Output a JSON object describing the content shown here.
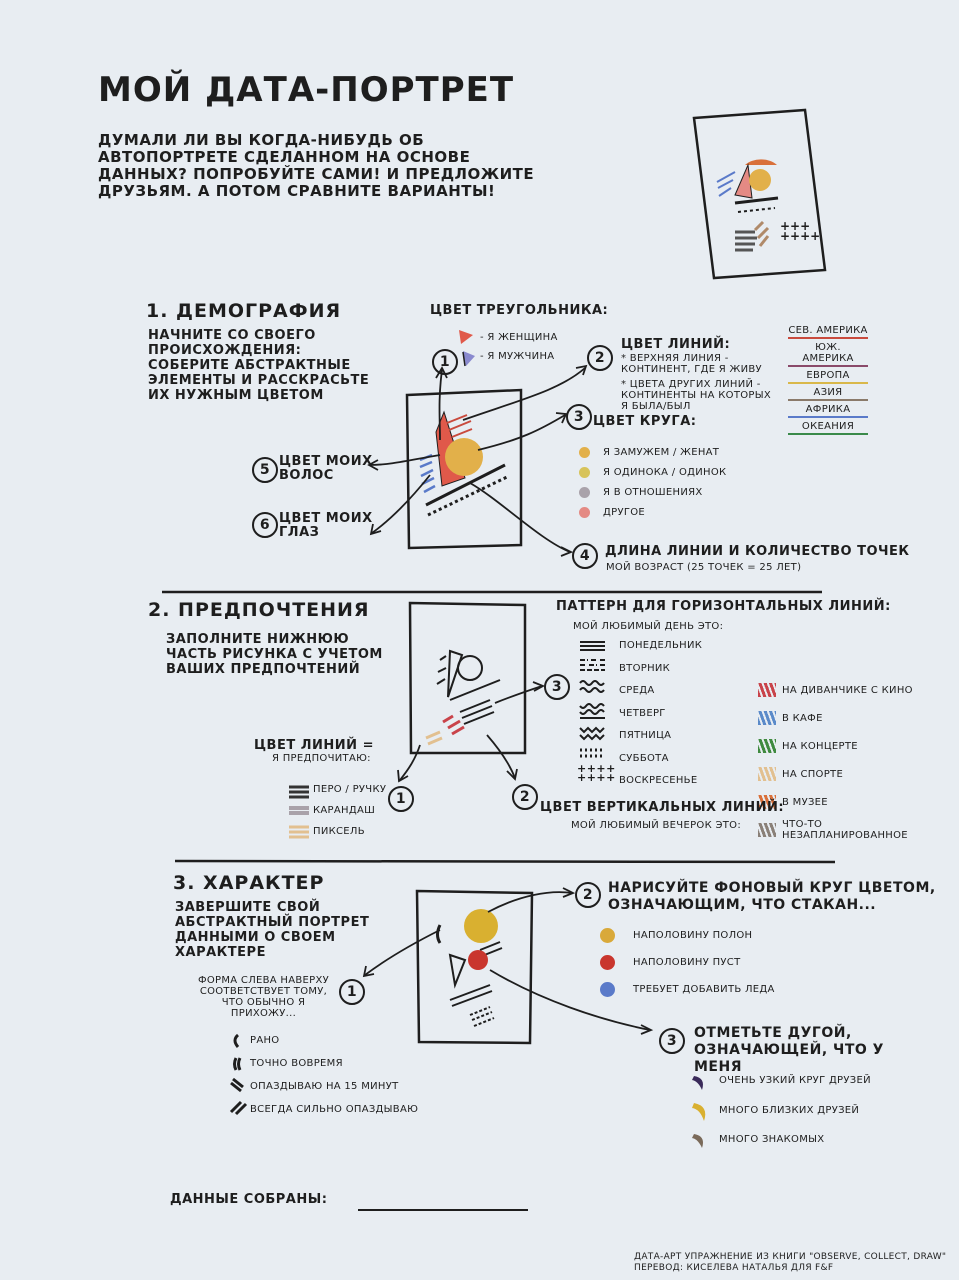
{
  "title": "МОЙ ДАТА-ПОРТРЕТ",
  "intro": "ДУМАЛИ ЛИ ВЫ КОГДА-НИБУДЬ ОБ АВТОПОРТРЕТЕ СДЕЛАННОМ НА ОСНОВЕ ДАННЫХ? ПОПРОБУЙТЕ САМИ! И ПРЕДЛОЖИТЕ ДРУЗЬЯМ. А ПОТОМ СРАВНИТЕ ВАРИАНТЫ!",
  "s1": {
    "heading": "1. ДЕМОГРАФИЯ",
    "text": "НАЧНИТЕ СО СВОЕГО ПРОИСХОЖДЕНИЯ: СОБЕРИТЕ АБСТРАКТНЫЕ ЭЛЕМЕНТЫ И РАССКРАСЬТЕ ИХ НУЖНЫМ ЦВЕТОМ",
    "triangle_title": "ЦВЕТ ТРЕУГОЛЬНИКА:",
    "triangle_woman": "- Я ЖЕНЩИНА",
    "triangle_man": "- Я МУЖЧИНА",
    "lines_title": "ЦВЕТ ЛИНИЙ:",
    "lines_note1": "* ВЕРХНЯЯ ЛИНИЯ - КОНТИНЕНТ, ГДЕ Я ЖИВУ",
    "lines_note2": "* ЦВЕТА ДРУГИХ ЛИНИЙ - КОНТИНЕНТЫ НА КОТОРЫХ Я БЫЛА/БЫЛ",
    "continents": [
      "СЕВ. АМЕРИКА",
      "ЮЖ. АМЕРИКА",
      "ЕВРОПА",
      "АЗИЯ",
      "АФРИКА",
      "ОКЕАНИЯ"
    ],
    "continent_colors": [
      "#c94a3d",
      "#8a4a6a",
      "#d9b84a",
      "#8a7a6a",
      "#5a7ac9",
      "#3a8a4a"
    ],
    "circle_title": "ЦВЕТ КРУГА:",
    "circle_items": [
      "Я ЗАМУЖЕМ / ЖЕНАТ",
      "Я ОДИНОКА / ОДИНОК",
      "Я В ОТНОШЕНИЯХ",
      "ДРУГОЕ"
    ],
    "circle_colors": [
      "#e2b04a",
      "#d7c35a",
      "#a9a2aa",
      "#e48a84"
    ],
    "hair": "ЦВЕТ МОИХ ВОЛОС",
    "eyes": "ЦВЕТ МОИХ ГЛАЗ",
    "length_title": "ДЛИНА ЛИНИИ И КОЛИЧЕСТВО ТОЧЕК",
    "length_note": "МОЙ ВОЗРАСТ (25 ТОЧЕК = 25 ЛЕТ)",
    "nums": [
      "1",
      "2",
      "3",
      "4",
      "5",
      "6"
    ]
  },
  "s2": {
    "heading": "2. ПРЕДПОЧТЕНИЯ",
    "text": "ЗАПОЛНИТЕ НИЖНЮЮ ЧАСТЬ РИСУНКА С УЧЕТОМ ВАШИХ ПРЕДПОЧТЕНИЙ",
    "pattern_title": "ПАТТЕРН ДЛЯ ГОРИЗОНТАЛЬНЫХ ЛИНИЙ:",
    "pattern_sub": "МОЙ ЛЮБИМЫЙ ДЕНЬ ЭТО:",
    "days": [
      "ПОНЕДЕЛЬНИК",
      "ВТОРНИК",
      "СРЕДА",
      "ЧЕТВЕРГ",
      "ПЯТНИЦА",
      "СУББОТА",
      "ВОСКРЕСЕНЬЕ"
    ],
    "activities": [
      "НА ДИВАНЧИКЕ С КИНО",
      "В КАФЕ",
      "НА КОНЦЕРТЕ",
      "НА СПОРТЕ",
      "В МУЗЕЕ",
      "ЧТО-ТО НЕЗАПЛАНИРОВАННОЕ"
    ],
    "activity_colors": [
      "#c9434a",
      "#5a8ac9",
      "#3f8a3f",
      "#e2c090",
      "#d9703a",
      "#8a8078"
    ],
    "lines_title": "ЦВЕТ ЛИНИЙ =",
    "lines_sub": "Я ПРЕДПОЧИТАЮ:",
    "tools": [
      "ПЕРО / РУЧКУ",
      "КАРАНДАШ",
      "ПИКСЕЛЬ"
    ],
    "vertical_title": "ЦВЕТ ВЕРТИКАЛЬНЫХ ЛИНИЙ:",
    "vertical_sub": "МОЙ ЛЮБИМЫЙ ВЕЧЕРОК ЭТО:"
  },
  "s3": {
    "heading": "3. ХАРАКТЕР",
    "text": "ЗАВЕРШИТЕ СВОЙ АБСТРАКТНЫЙ ПОРТРЕТ ДАННЫМИ О СВОЕМ ХАРАКТЕРЕ",
    "form_note": "ФОРМА СЛЕВА НАВЕРХУ СООТВЕТСТВУЕТ ТОМУ, ЧТО ОБЫЧНО Я ПРИХОЖУ...",
    "arrivals": [
      "РАНО",
      "ТОЧНО ВОВРЕМЯ",
      "ОПАЗДЫВАЮ НА 15 МИНУТ",
      "ВСЕГДА СИЛЬНО ОПАЗДЫВАЮ"
    ],
    "bg_title": "НАРИСУЙТЕ ФОНОВЫЙ КРУГ ЦВЕТОМ, ОЗНАЧАЮЩИМ, ЧТО СТАКАН...",
    "glass": [
      "НАПОЛОВИНУ ПОЛОН",
      "НАПОЛОВИНУ ПУСТ",
      "ТРЕБУЕТ ДОБАВИТЬ ЛЕДА"
    ],
    "glass_colors": [
      "#d9a93a",
      "#c9362e",
      "#5a7ac9"
    ],
    "arc_title": "ОТМЕТЬТЕ ДУГОЙ, ОЗНАЧАЮЩЕЙ, ЧТО У МЕНЯ",
    "friends": [
      "ОЧЕНЬ УЗКИЙ КРУГ ДРУЗЕЙ",
      "МНОГО БЛИЗКИХ ДРУЗЕЙ",
      "МНОГО ЗНАКОМЫХ"
    ],
    "friend_colors": [
      "#3a2a5a",
      "#d9b030",
      "#7a6a5a"
    ]
  },
  "collected": "ДАННЫЕ СОБРАНЫ:",
  "credit1": "ДАТА-АРТ УПРАЖНЕНИЕ ИЗ КНИГИ \"OBSERVE, COLLECT, DRAW\"",
  "credit2": "ПЕРЕВОД: КИСЕЛЕВА НАТАЛЬЯ ДЛЯ F&F"
}
